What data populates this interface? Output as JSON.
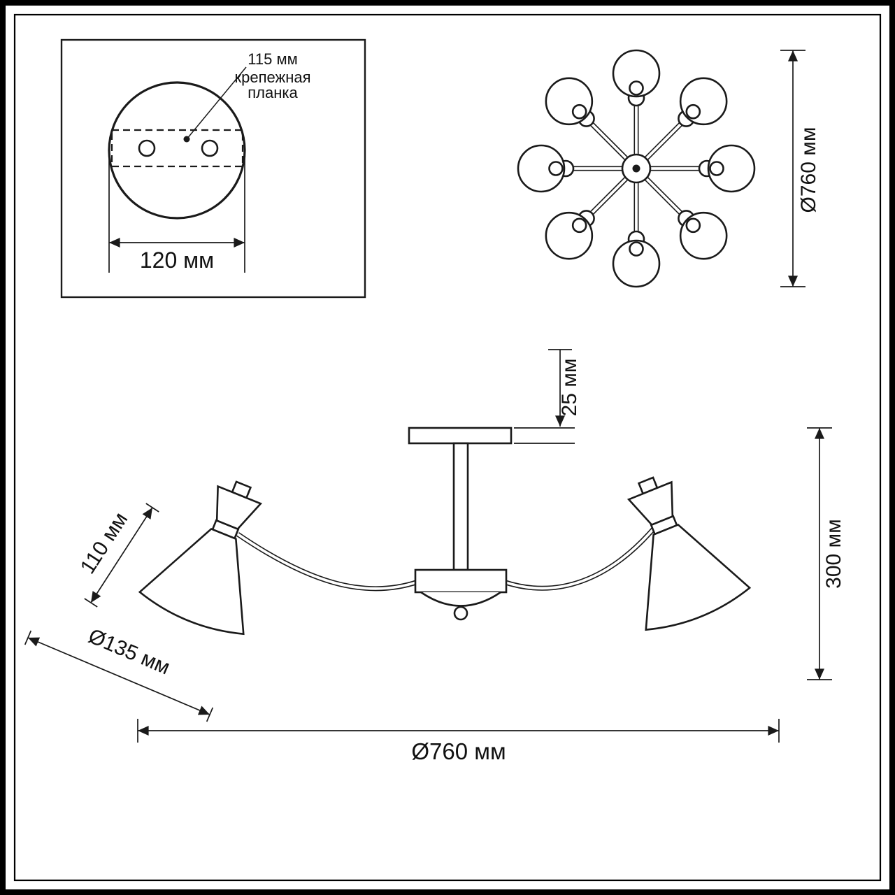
{
  "drawing": {
    "kind": "chandelier-dimension-drawing",
    "colors": {
      "line": "#1a1a1a",
      "background": "#ffffff"
    }
  },
  "labels": {
    "mount_hole_spacing": "115 мм",
    "mount_plate_line1": "крепежная",
    "mount_plate_line2": "планка",
    "mount_plate_width": "120 мм",
    "top_view_diameter": "Ø760 мм",
    "canopy_height": "25 мм",
    "fixture_height": "300 мм",
    "shade_height": "110 мм",
    "shade_diameter": "Ø135 мм",
    "fixture_diameter": "Ø760 мм"
  }
}
